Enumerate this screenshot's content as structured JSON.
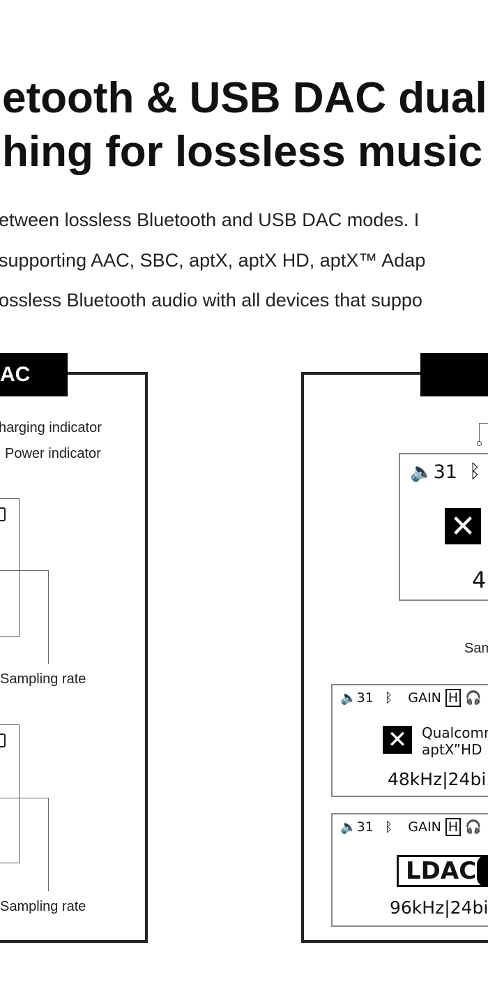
{
  "title": {
    "line1": "etooth & USB DAC dual-",
    "line2": "hing for lossless music"
  },
  "description": {
    "line1": "etween lossless Bluetooth and USB DAC modes. I",
    "line2": "supporting AAC, SBC, aptX, aptX HD, aptX™ Adap",
    "line3": "ossless Bluetooth audio with all devices that suppo"
  },
  "left_panel": {
    "tab": "AC",
    "charging_label": "harging indicator",
    "power_label": "Power indicator",
    "sampling_label_1": "Sampling rate",
    "sampling_label_2": "Sampling rate"
  },
  "right_panel": {
    "screen_main": {
      "volume": "31",
      "rate_partial": "4",
      "sampling_partial": "Sam"
    },
    "screen_aptx": {
      "volume": "31",
      "gain": "GAIN",
      "gain_level": "H",
      "brand": "Qualcomm",
      "codec": "aptX”HD",
      "rate": "48kHz|24bi"
    },
    "screen_ldac": {
      "volume": "31",
      "gain": "GAIN",
      "gain_level": "H",
      "codec": "LDAC",
      "rate": "96kHz|24bi"
    }
  }
}
